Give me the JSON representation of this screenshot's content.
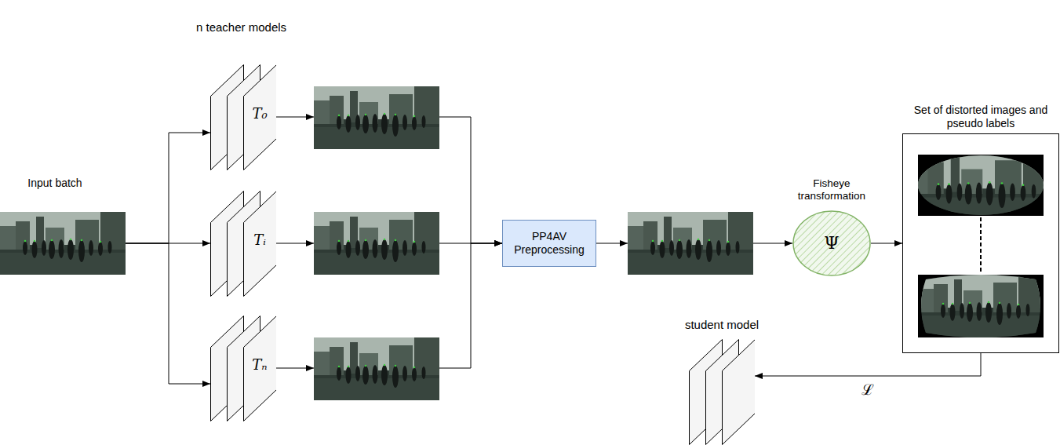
{
  "diagram": {
    "nodes": [
      {
        "text": [
          "Input batch"
        ]
      },
      {
        "text": [
          "T₀"
        ]
      },
      {
        "text": [
          "Tᵢ"
        ]
      },
      {
        "text": [
          "Tₙ"
        ]
      },
      {
        "text": [
          "PP4AV Preprocessing"
        ]
      },
      {
        "text": [
          "Fisheye transformation",
          "Ψ"
        ]
      },
      {
        "text": [
          "Set of distorted images and pseudo labels"
        ]
      },
      {
        "text": [
          "student model"
        ]
      }
    ],
    "edges": [
      {
        "from": 0,
        "to": 1,
        "arrow": "to"
      },
      {
        "from": 0,
        "to": 2,
        "arrow": "to"
      },
      {
        "from": 0,
        "to": 3,
        "arrow": "to"
      },
      {
        "from": 1,
        "to": 4,
        "arrow": "to"
      },
      {
        "from": 2,
        "to": 4,
        "arrow": "to"
      },
      {
        "from": 3,
        "to": 4,
        "arrow": "to"
      },
      {
        "from": 4,
        "to": 5,
        "arrow": "to"
      },
      {
        "from": 5,
        "to": 6,
        "arrow": "to"
      },
      {
        "from": 6,
        "to": 7,
        "arrow": "to",
        "label": "ℒ"
      }
    ],
    "labels": [
      "n teacher models"
    ]
  }
}
